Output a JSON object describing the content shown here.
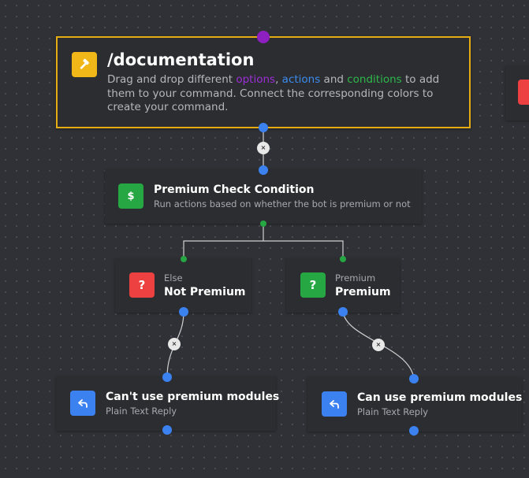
{
  "root": {
    "title": "/documentation",
    "desc_pre": "Drag and drop different ",
    "kw_options": "options",
    "sep1": ", ",
    "kw_actions": "actions",
    "sep2": " and ",
    "kw_conditions": "conditions",
    "desc_post": " to add them to your command. Connect the corresponding colors to create your command.",
    "icon": "hammer-icon"
  },
  "condition": {
    "title": "Premium Check Condition",
    "subtitle": "Run actions based on whether the bot is premium or not",
    "icon_glyph": "$"
  },
  "branches": [
    {
      "label": "Else",
      "title": "Not Premium",
      "icon_glyph": "?"
    },
    {
      "label": "Premium",
      "title": "Premium",
      "icon_glyph": "?"
    }
  ],
  "replies": [
    {
      "title": "Can't use premium modules",
      "subtitle": "Plain Text Reply"
    },
    {
      "title": "Can use premium modules",
      "subtitle": "Plain Text Reply"
    }
  ],
  "remove_glyph": "×",
  "colors": {
    "root_border": "#e5ac13",
    "option": "#9c2ed6",
    "action": "#3b8cf0",
    "condition": "#2eb84a",
    "error": "#ec4140"
  }
}
